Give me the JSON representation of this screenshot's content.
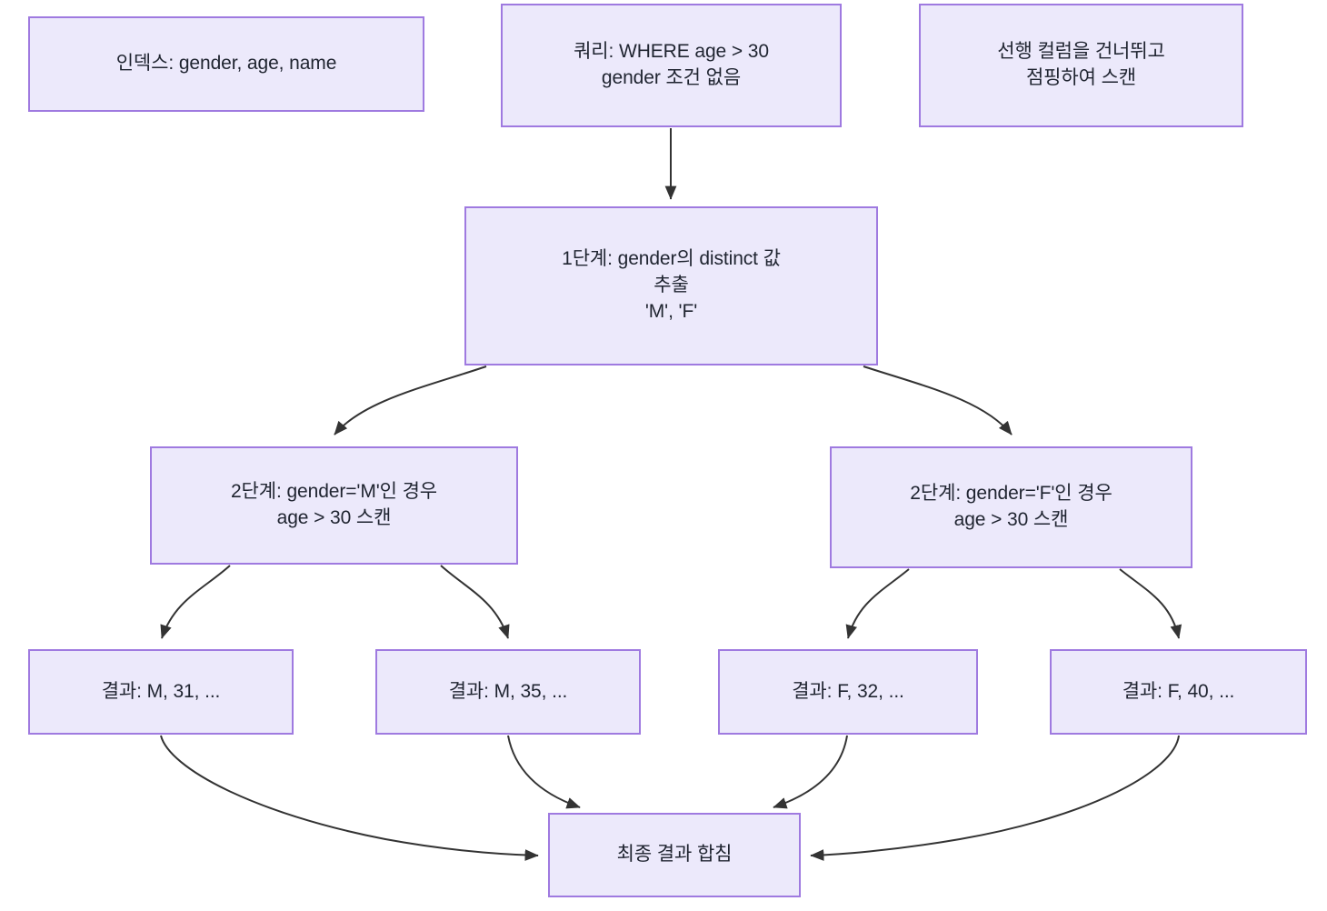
{
  "diagram": {
    "title_hidden": "",
    "theme": {
      "node_fill": "#ece9fb",
      "node_border": "#9f7ae0",
      "edge_color": "#333333",
      "text_color": "#1f2430",
      "background": "#ffffff"
    },
    "nodes": [
      {
        "id": "index",
        "label": "인덱스: gender, age, name"
      },
      {
        "id": "query",
        "label": "쿼리: WHERE age > 30\ngender 조건 없음"
      },
      {
        "id": "note",
        "label": "선행 컬럼을 건너뛰고\n점핑하여 스캔"
      },
      {
        "id": "stage1",
        "label": "1단계: gender의 distinct 값\n추출\n'M', 'F'"
      },
      {
        "id": "stage2_m",
        "label": "2단계: gender='M'인 경우\nage > 30 스캔"
      },
      {
        "id": "stage2_f",
        "label": "2단계: gender='F'인 경우\nage > 30 스캔"
      },
      {
        "id": "result_m31",
        "label": "결과: M, 31, ..."
      },
      {
        "id": "result_m35",
        "label": "결과: M, 35, ..."
      },
      {
        "id": "result_f32",
        "label": "결과: F, 32, ..."
      },
      {
        "id": "result_f40",
        "label": "결과: F, 40, ..."
      },
      {
        "id": "merge",
        "label": "최종 결과 합침"
      }
    ],
    "edges": [
      {
        "from": "query",
        "to": "stage1",
        "style": "straight"
      },
      {
        "from": "stage1",
        "to": "stage2_m",
        "style": "curved"
      },
      {
        "from": "stage1",
        "to": "stage2_f",
        "style": "curved"
      },
      {
        "from": "stage2_m",
        "to": "result_m31",
        "style": "curved"
      },
      {
        "from": "stage2_m",
        "to": "result_m35",
        "style": "curved"
      },
      {
        "from": "stage2_f",
        "to": "result_f32",
        "style": "curved"
      },
      {
        "from": "stage2_f",
        "to": "result_f40",
        "style": "curved"
      },
      {
        "from": "result_m31",
        "to": "merge",
        "style": "curved"
      },
      {
        "from": "result_m35",
        "to": "merge",
        "style": "curved"
      },
      {
        "from": "result_f32",
        "to": "merge",
        "style": "curved"
      },
      {
        "from": "result_f40",
        "to": "merge",
        "style": "curved"
      }
    ]
  }
}
